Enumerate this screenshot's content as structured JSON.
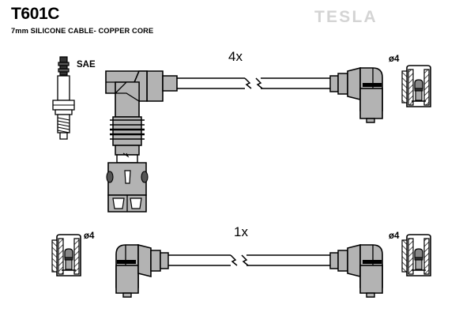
{
  "document": {
    "part_number": "T601C",
    "description": "7mm SILICONE CABLE- COPPER CORE",
    "brand": "TESLA",
    "background_color": "#ffffff",
    "line_color": "#000000",
    "fill_color": "#b3b3b3",
    "brand_color": "#d4d4d4"
  },
  "labels": {
    "sae": "SAE",
    "qty_top": "4x",
    "qty_bottom": "1x",
    "diameter_top_right": "ø4",
    "diameter_bottom_left": "ø4",
    "diameter_bottom_right": "ø4"
  },
  "assemblies": [
    {
      "id": "top-assembly",
      "quantity": "4x",
      "left_end": "spark-plug-boot-90deg-ribbed",
      "right_end": "distributor-connector-90deg",
      "terminal_detail": "ø4",
      "cable_break": true
    },
    {
      "id": "bottom-assembly",
      "quantity": "1x",
      "left_end": "coil-connector-90deg",
      "right_end": "distributor-connector-90deg",
      "terminal_detail": "ø4",
      "cable_break": true
    }
  ],
  "reference_parts": [
    {
      "id": "spark-plug-sae",
      "label": "SAE",
      "kind": "spark-plug-figure"
    },
    {
      "id": "terminal-section-top-right",
      "label": "ø4",
      "kind": "terminal-cross-section"
    },
    {
      "id": "terminal-section-bottom-left",
      "label": "ø4",
      "kind": "terminal-cross-section"
    },
    {
      "id": "terminal-section-bottom-right",
      "label": "ø4",
      "kind": "terminal-cross-section"
    }
  ]
}
